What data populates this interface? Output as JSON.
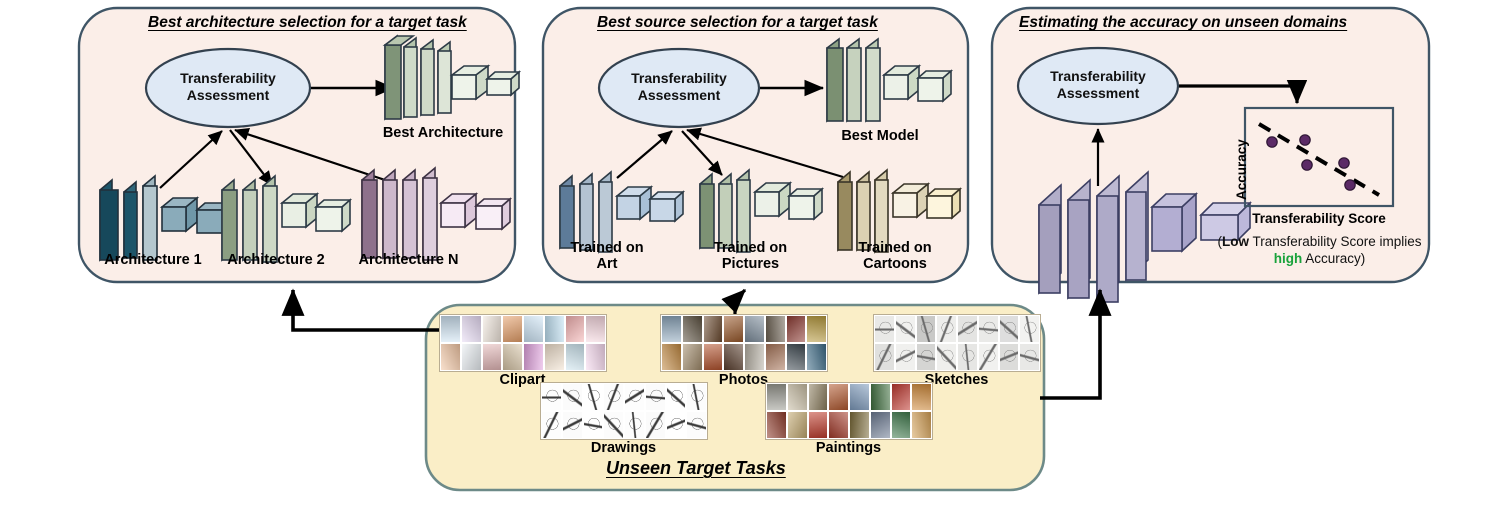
{
  "panels": [
    {
      "id": "architecture",
      "title": "Best architecture selection for a target task",
      "assessment_label": "Transferability\nAssessment",
      "output_label": "Best Architecture",
      "inputs": [
        {
          "label": "Architecture 1"
        },
        {
          "label": "Architecture 2"
        },
        {
          "label": "Architecture N"
        }
      ]
    },
    {
      "id": "source",
      "title": "Best source selection for a target task",
      "assessment_label": "Transferability\nAssessment",
      "output_label": "Best Model",
      "inputs": [
        {
          "label": "Trained on\nArt"
        },
        {
          "label": "Trained on\nPictures"
        },
        {
          "label": "Trained on\nCartoons"
        }
      ]
    },
    {
      "id": "accuracy",
      "title": "Estimating the accuracy on unseen domains",
      "assessment_label": "Transferability\nAssessment",
      "note_prefix": "(",
      "note_low": "Low",
      "note_mid": " Transferability Score implies ",
      "note_high": "high",
      "note_suffix": " Accuracy)"
    }
  ],
  "chart_data": {
    "type": "scatter",
    "title": "",
    "xlabel": "Transferability Score",
    "ylabel": "Accuracy",
    "xlim": [
      0,
      1
    ],
    "ylim": [
      0,
      1
    ],
    "grid": false,
    "legend": "none",
    "points": [
      {
        "x": 0.21,
        "y": 0.72
      },
      {
        "x": 0.43,
        "y": 0.75
      },
      {
        "x": 0.44,
        "y": 0.49
      },
      {
        "x": 0.69,
        "y": 0.52
      },
      {
        "x": 0.74,
        "y": 0.24
      }
    ],
    "trendline": {
      "x": [
        0.1,
        0.95
      ],
      "y": [
        0.88,
        0.16
      ],
      "style": "dashed"
    },
    "point_color": "#5b2a66"
  },
  "bottom": {
    "title": "Unseen Target Tasks",
    "domains": [
      {
        "label": "Clipart"
      },
      {
        "label": "Photos"
      },
      {
        "label": "Sketches"
      },
      {
        "label": "Drawings"
      },
      {
        "label": "Paintings"
      }
    ]
  },
  "colors": {
    "panel_fill": "#fbeee8",
    "panel_border": "#3f5566",
    "bottom_fill": "#faeec7",
    "bottom_border": "#6d8a88",
    "oval_fill": "#dfe9f5",
    "oval_border": "#33414f",
    "accent_green": "#19a23b",
    "scatter_point": "#5b2a66",
    "arrow": "#000000"
  }
}
